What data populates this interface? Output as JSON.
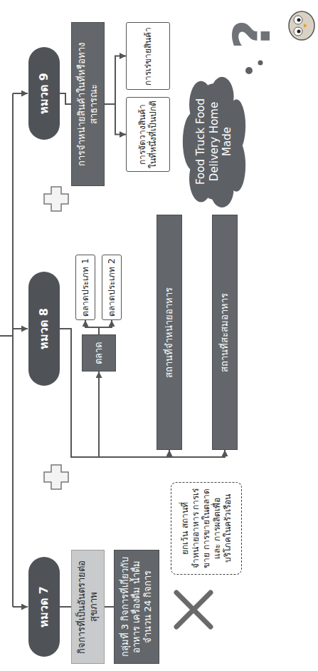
{
  "diagram": {
    "nodes": [
      {
        "text": [
          "หมวด 7"
        ]
      },
      {
        "text": [
          "กิจการที่เป็นอันตรายต่อสุขภาพ"
        ]
      },
      {
        "text": [
          "กลุ่มที่ 3 กิจการที่เกี่ยวกับอาหาร เครื่องดื่ม น้ำดื่ม จำนวน 24 กิจการ"
        ]
      },
      {
        "text": [
          "ยกเว้น สถานที่จำหน่ายอาหาร การเร่ขาย การขายในตลาด และ การผลิตเพื่อบริโภคในครัวเรือน"
        ]
      },
      {
        "text": [
          "หมวด 8"
        ]
      },
      {
        "text": [
          "ตลาด"
        ]
      },
      {
        "text": [
          "ตลาดประเภท 1"
        ]
      },
      {
        "text": [
          "ตลาดประเภท 2"
        ]
      },
      {
        "text": [
          "สถานที่จำหน่ายอาหาร"
        ]
      },
      {
        "text": [
          "สถานที่สะสมอาหาร"
        ]
      },
      {
        "text": [
          "หมวด 9"
        ]
      },
      {
        "text": [
          "การจำหน่ายสินค้าในที่หรือทางสาธารณะ"
        ]
      },
      {
        "text": [
          "การจัดวางสินค้าในที่หนึ่งที่เป็นปกติ"
        ]
      },
      {
        "text": [
          "การเร่ขายสินค้า"
        ]
      },
      {
        "text": [
          "Food Truck Food Delivery Home Made"
        ]
      }
    ],
    "edges": [
      {
        "from": 0,
        "to": 1,
        "arrow": "none"
      },
      {
        "from": 1,
        "to": 2,
        "arrow": "none"
      },
      {
        "from": 4,
        "to": 5,
        "arrow": "to"
      },
      {
        "from": 4,
        "to": 8,
        "arrow": "to"
      },
      {
        "from": 4,
        "to": 9,
        "arrow": "to"
      },
      {
        "from": 5,
        "to": 6,
        "arrow": "to"
      },
      {
        "from": 5,
        "to": 7,
        "arrow": "to"
      },
      {
        "from": 10,
        "to": 11,
        "arrow": "none"
      },
      {
        "from": 11,
        "to": 12,
        "arrow": "to"
      },
      {
        "from": 11,
        "to": 13,
        "arrow": "to"
      }
    ],
    "labels": [
      "?"
    ]
  }
}
